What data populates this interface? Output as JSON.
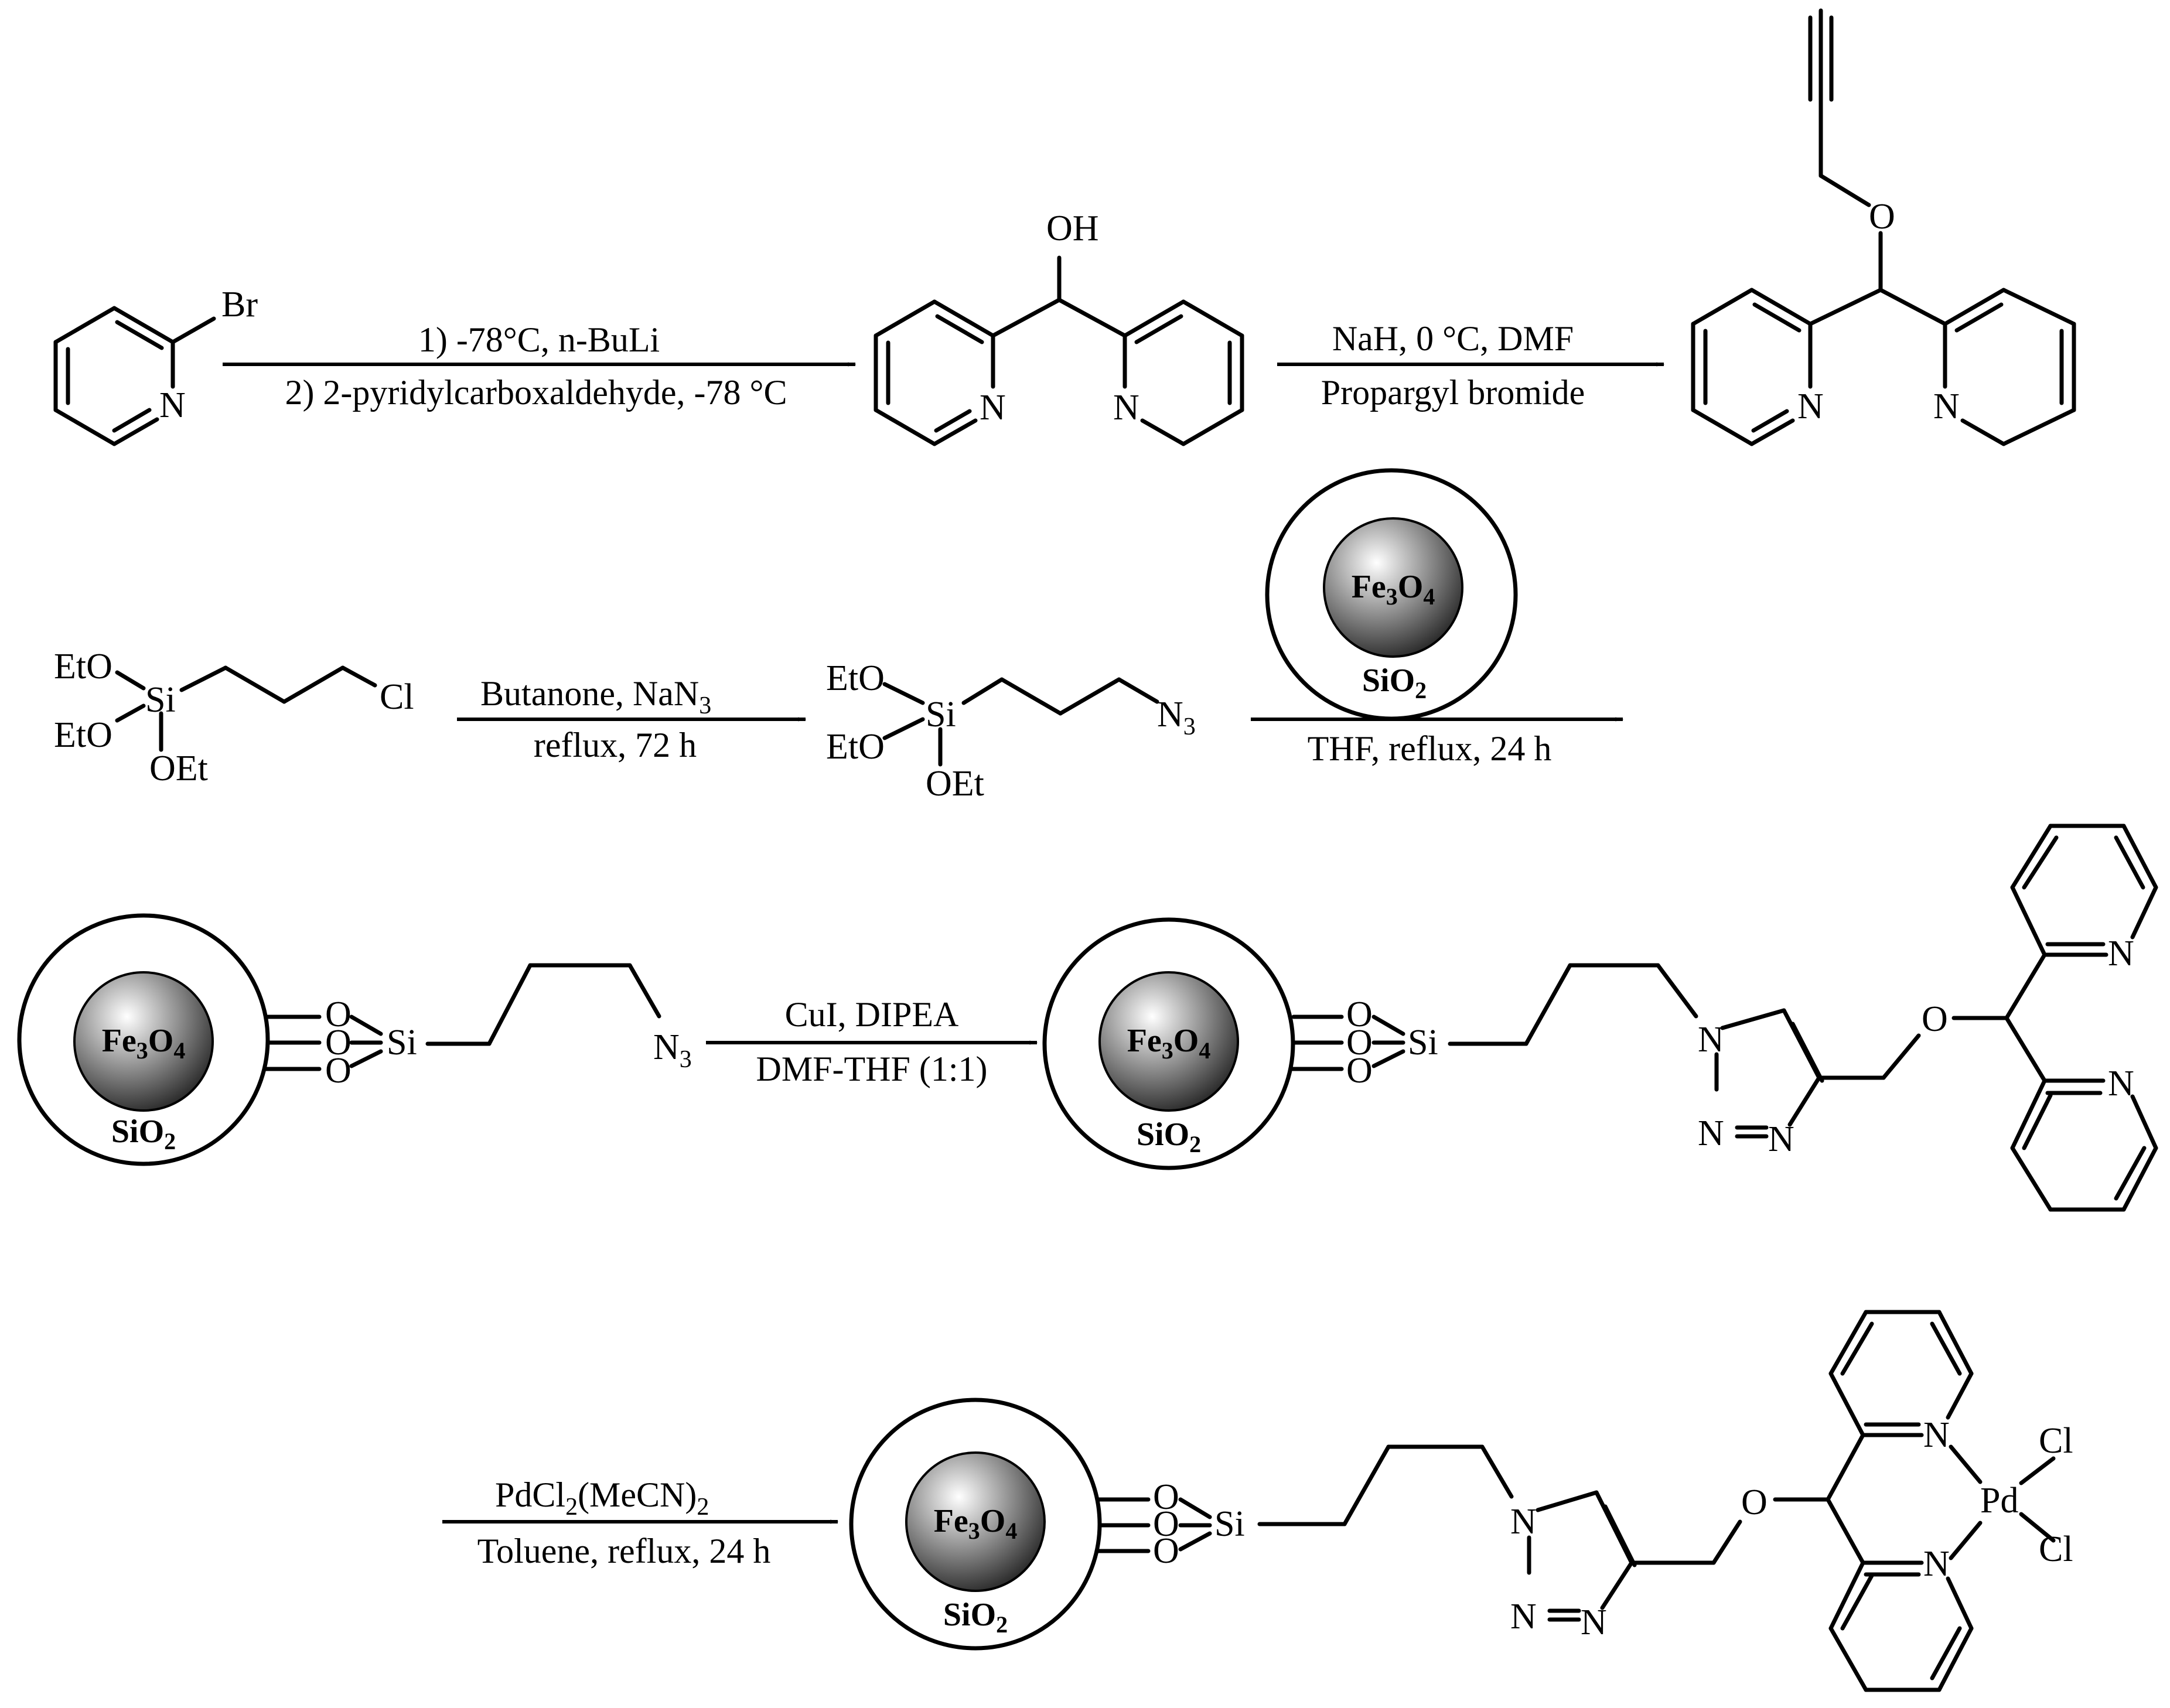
{
  "scheme": {
    "row1": {
      "bromopyridine": {
        "br": "Br",
        "n": "N"
      },
      "arrow1": {
        "cond1": "1) -78°C, n-BuLi",
        "cond2": "2) 2-pyridylcarboxaldehyde, -78 °C"
      },
      "alcohol": {
        "oh": "OH",
        "n1": "N",
        "n2": "N"
      },
      "arrow2": {
        "cond1": "NaH, 0 °C, DMF",
        "cond2": "Propargyl bromide"
      },
      "ether": {
        "o": "O",
        "n1": "N",
        "n2": "N"
      }
    },
    "row2": {
      "chlorosilane": {
        "eto1": "EtO",
        "eto2": "EtO",
        "si": "Si",
        "oet": "OEt",
        "cl": "Cl"
      },
      "arrow3": {
        "cond1_text": "Butanone, NaN",
        "cond1_sub": "3",
        "cond2": "reflux, 72 h"
      },
      "azidosilane": {
        "eto1": "EtO",
        "eto2": "EtO",
        "si": "Si",
        "oet": "OEt",
        "n3": "N",
        "n3_sub": "3"
      },
      "arrow4": {
        "cond2": "THF, reflux, 24 h"
      }
    },
    "row3": {
      "azide_support": {
        "o1": "O",
        "o2": "O",
        "o3": "O",
        "si": "Si",
        "n3": "N",
        "n3_sub": "3"
      },
      "arrow5": {
        "cond1": "CuI, DIPEA",
        "cond2": "DMF-THF (1:1)"
      },
      "triazole_product": {
        "o1": "O",
        "o2": "O",
        "o3": "O",
        "si": "Si",
        "n1": "N",
        "n2": "N",
        "n3": "N",
        "o_ether": "O",
        "py_n1": "N",
        "py_n2": "N"
      }
    },
    "row4": {
      "arrow6": {
        "cond1_a": "PdCl",
        "cond1_sub": "2",
        "cond1_b": "(MeCN)",
        "cond1_sub2": "2",
        "cond2": "Toluene, reflux, 24 h"
      },
      "pd_complex": {
        "o1": "O",
        "o2": "O",
        "o3": "O",
        "si": "Si",
        "n1": "N",
        "n2": "N",
        "n3": "N",
        "o_ether": "O",
        "py_n1": "N",
        "py_n2": "N",
        "pd": "Pd",
        "cl1": "Cl",
        "cl2": "Cl"
      }
    },
    "nanoparticle": {
      "core_a": "Fe",
      "core_sub1": "3",
      "core_b": "O",
      "core_sub2": "4",
      "shell": "SiO",
      "shell_sub": "2"
    }
  }
}
